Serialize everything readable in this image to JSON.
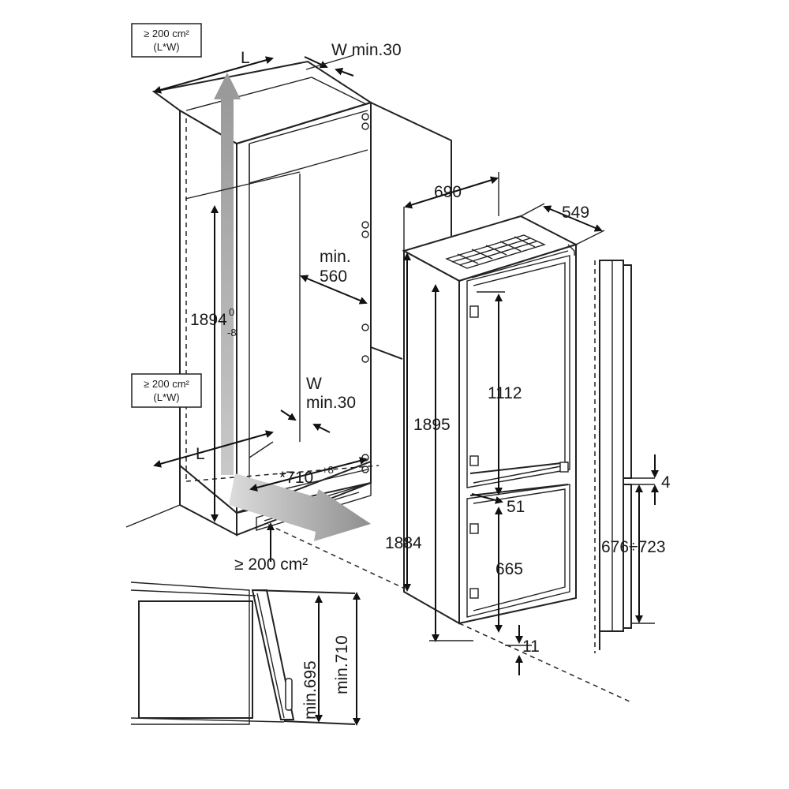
{
  "labels": {
    "vent_top": [
      "≥ 200 cm²",
      "(L*W)"
    ],
    "vent_mid": [
      "≥ 200 cm²",
      "(L*W)"
    ],
    "vent_bottom": "≥ 200 cm²",
    "L_top": "L",
    "L_bottom": "L",
    "W_top": "W min.30",
    "W_mid_line1": "W",
    "W_mid_line2": "min.30",
    "niche_height_main": "1894",
    "niche_height_sup": "0",
    "niche_height_sub": "-8",
    "niche_width_line1": "min.",
    "niche_width_line2": "560",
    "niche_depth_main": "*710",
    "niche_depth_sup": "+8",
    "appliance_width": "690",
    "appliance_depth": "549",
    "appliance_height_total": "1895",
    "appliance_height_body": "1884",
    "upper_door_height": "1112",
    "gap_doors": "51",
    "lower_door_height": "665",
    "bottom_gap": "11",
    "door_gap_side": "4",
    "door_range": "676÷723",
    "side_min_695": "min.695",
    "side_min_710": "min.710"
  },
  "colors": {
    "line": "#222222",
    "airflow_arrow": "#b5b5b5",
    "background": "#ffffff"
  }
}
